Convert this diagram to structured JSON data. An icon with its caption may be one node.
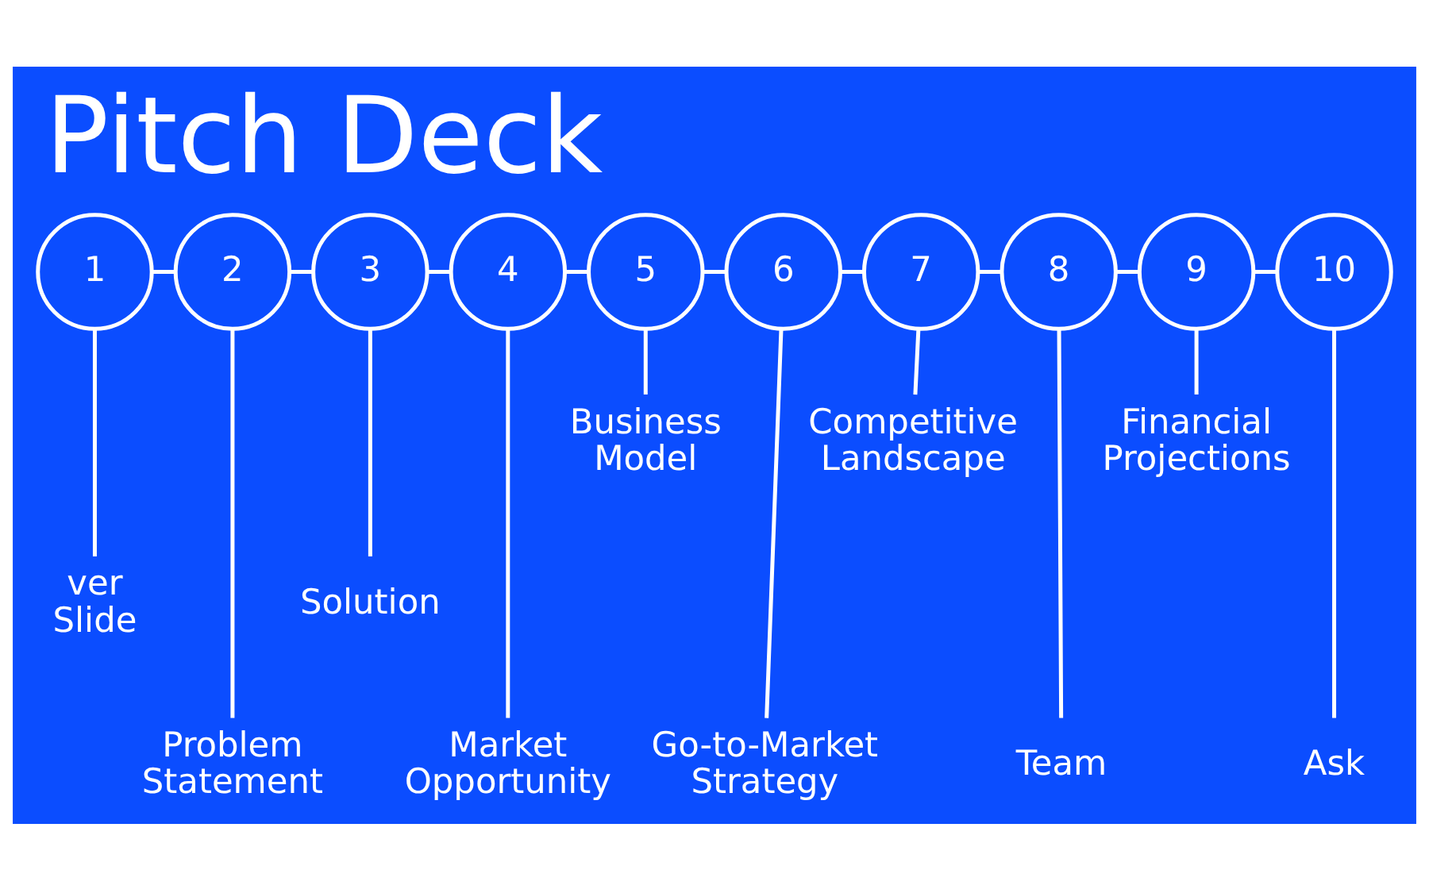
{
  "diagram": {
    "title": "Pitch Deck",
    "nodes": [
      {
        "text": [
          "1"
        ]
      },
      {
        "text": [
          "2"
        ]
      },
      {
        "text": [
          "3"
        ]
      },
      {
        "text": [
          "4"
        ]
      },
      {
        "text": [
          "5"
        ]
      },
      {
        "text": [
          "6"
        ]
      },
      {
        "text": [
          "7"
        ]
      },
      {
        "text": [
          "8"
        ]
      },
      {
        "text": [
          "9"
        ]
      },
      {
        "text": [
          "10"
        ]
      },
      {
        "text": [
          "ver Slide"
        ]
      },
      {
        "text": [
          "Problem Statement"
        ]
      },
      {
        "text": [
          "Solution"
        ]
      },
      {
        "text": [
          "Market Opportunity"
        ]
      },
      {
        "text": [
          "Business Model"
        ]
      },
      {
        "text": [
          "Go-to-Market Strategy"
        ]
      },
      {
        "text": [
          "Competitive Landscape"
        ]
      },
      {
        "text": [
          "Team"
        ]
      },
      {
        "text": [
          "Financial Projections"
        ]
      },
      {
        "text": [
          "Ask"
        ]
      }
    ],
    "edges": [
      {
        "from": 0,
        "to": 1,
        "arrow": "none"
      },
      {
        "from": 1,
        "to": 2,
        "arrow": "none"
      },
      {
        "from": 2,
        "to": 3,
        "arrow": "none"
      },
      {
        "from": 3,
        "to": 4,
        "arrow": "none"
      },
      {
        "from": 4,
        "to": 5,
        "arrow": "none"
      },
      {
        "from": 5,
        "to": 6,
        "arrow": "none"
      },
      {
        "from": 6,
        "to": 7,
        "arrow": "none"
      },
      {
        "from": 7,
        "to": 8,
        "arrow": "none"
      },
      {
        "from": 8,
        "to": 9,
        "arrow": "none"
      },
      {
        "from": 0,
        "to": 10,
        "arrow": "none"
      },
      {
        "from": 1,
        "to": 11,
        "arrow": "none"
      },
      {
        "from": 2,
        "to": 12,
        "arrow": "none"
      },
      {
        "from": 3,
        "to": 13,
        "arrow": "none"
      },
      {
        "from": 4,
        "to": 14,
        "arrow": "none"
      },
      {
        "from": 5,
        "to": 15,
        "arrow": "none"
      },
      {
        "from": 6,
        "to": 16,
        "arrow": "none"
      },
      {
        "from": 7,
        "to": 17,
        "arrow": "none"
      },
      {
        "from": 8,
        "to": 18,
        "arrow": "none"
      },
      {
        "from": 9,
        "to": 19,
        "arrow": "none"
      }
    ]
  }
}
